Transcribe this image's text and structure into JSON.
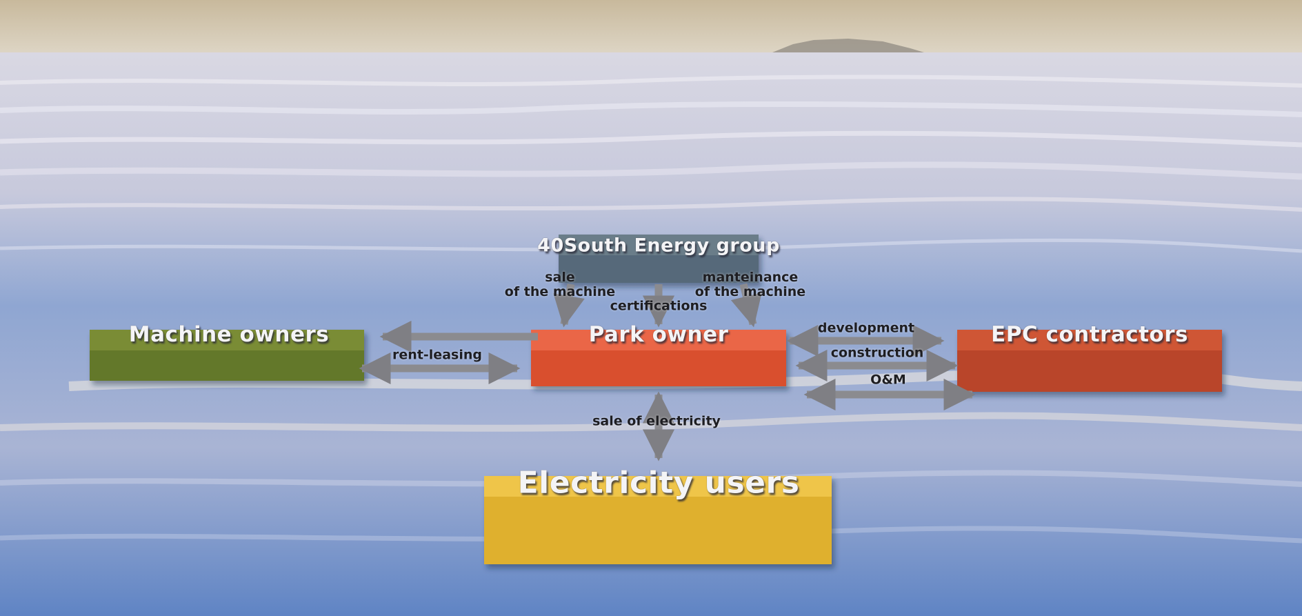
{
  "diagram": {
    "entities": {
      "group": "40South Energy group",
      "owners": "Machine owners",
      "park": "Park owner",
      "epc": "EPC contractors",
      "users": "Electricity users"
    },
    "flows": {
      "sale_machine": [
        "sale",
        "of the machine"
      ],
      "certifications": "certifications",
      "maintenance": [
        "manteinance",
        "of the machine"
      ],
      "rent": "rent-leasing",
      "development": "development",
      "construction": "construction",
      "om": "O&M",
      "electricity": "sale of electricity"
    },
    "colors": {
      "group_block": "#5d6f7c",
      "owners_block": "#6e8030",
      "park_block": "#e0553a",
      "epc_block": "#c9502f",
      "users_block": "#e3b73a",
      "arrow": "#8b8b8f",
      "sky": "#cdbfa4",
      "water": "#7f9ccc"
    }
  }
}
